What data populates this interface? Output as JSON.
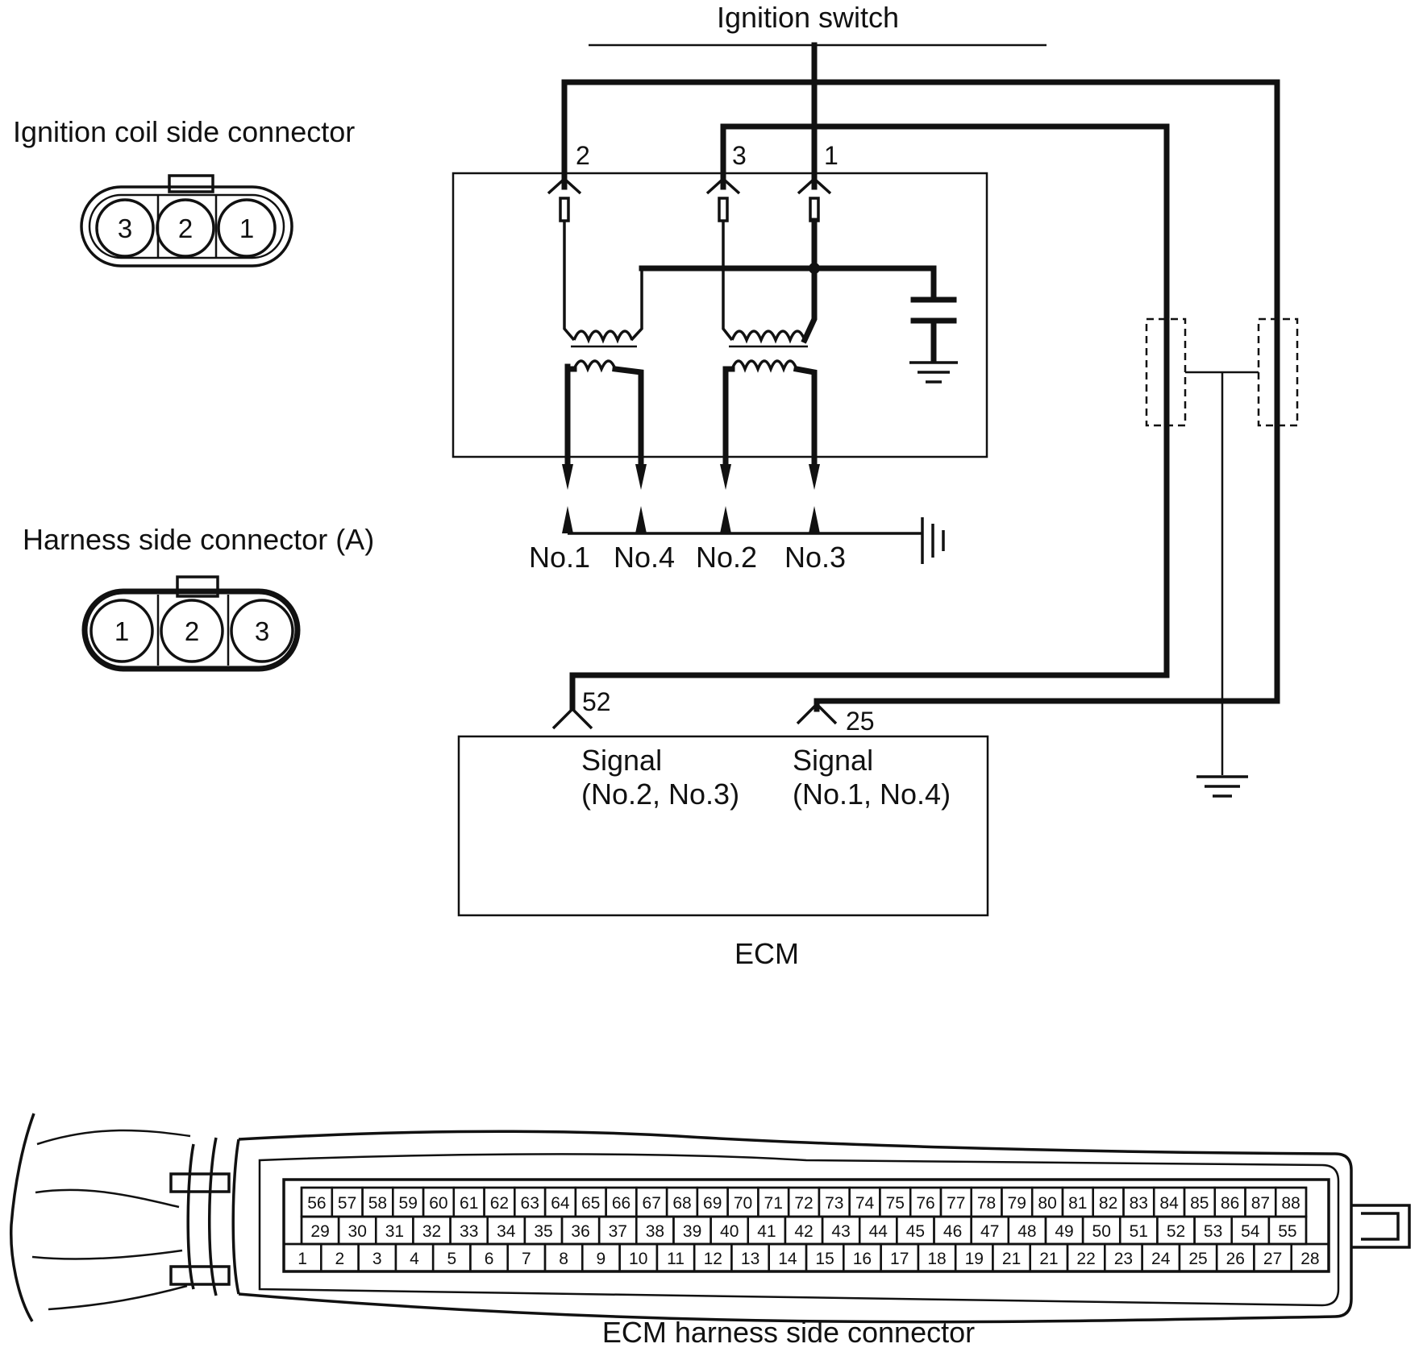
{
  "labels": {
    "ignition_switch": "Ignition switch",
    "coil_connector": "Ignition coil side connector",
    "harness_connector": "Harness side connector (A)",
    "ecm": "ECM",
    "ecm_connector": "ECM harness side connector",
    "signal_a": "Signal",
    "signal_a_sub": "(No.2, No.3)",
    "signal_b": "Signal",
    "signal_b_sub": "(No.1, No.4)"
  },
  "coil_terminals": [
    "2",
    "3",
    "1"
  ],
  "ecm_terminals": [
    "52",
    "25"
  ],
  "spark_plugs": [
    "No.1",
    "No.4",
    "No.2",
    "No.3"
  ],
  "coil_connector_pins": [
    "3",
    "2",
    "1"
  ],
  "harness_connector_pins": [
    "1",
    "2",
    "3"
  ],
  "ecm_pins": {
    "row1": [
      "56",
      "57",
      "58",
      "59",
      "60",
      "61",
      "62",
      "63",
      "64",
      "65",
      "66",
      "67",
      "68",
      "69",
      "70",
      "71",
      "72",
      "73",
      "74",
      "75",
      "76",
      "77",
      "78",
      "79",
      "80",
      "81",
      "82",
      "83",
      "84",
      "85",
      "86",
      "87",
      "88"
    ],
    "row2": [
      "29",
      "30",
      "31",
      "32",
      "33",
      "34",
      "35",
      "36",
      "37",
      "38",
      "39",
      "40",
      "41",
      "42",
      "43",
      "44",
      "45",
      "46",
      "47",
      "48",
      "49",
      "50",
      "51",
      "52",
      "53",
      "54",
      "55"
    ],
    "row3": [
      "1",
      "2",
      "3",
      "4",
      "5",
      "6",
      "7",
      "8",
      "9",
      "10",
      "11",
      "12",
      "13",
      "14",
      "15",
      "16",
      "17",
      "18",
      "19",
      "21",
      "21",
      "22",
      "23",
      "24",
      "25",
      "26",
      "27",
      "28"
    ]
  }
}
